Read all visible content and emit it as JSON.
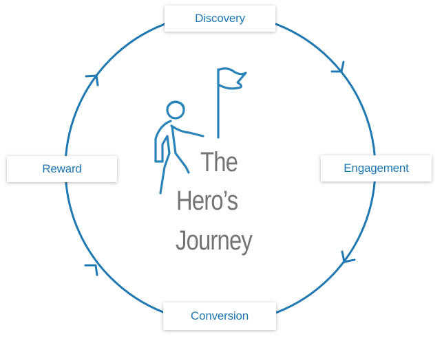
{
  "diagram": {
    "title_lines": [
      "The",
      "Hero’s",
      "Journey"
    ],
    "stages": {
      "top": "Discovery",
      "right": "Engagement",
      "bottom": "Conversion",
      "left": "Reward"
    },
    "flow_direction": "clockwise",
    "icons": [
      "hiker-with-flag-icon"
    ],
    "colors": {
      "circle": "#1f78b0",
      "stage_text": "#1f78b0",
      "title_text": "#737373",
      "icon": "#2b84b8",
      "background": "#ffffff"
    }
  }
}
